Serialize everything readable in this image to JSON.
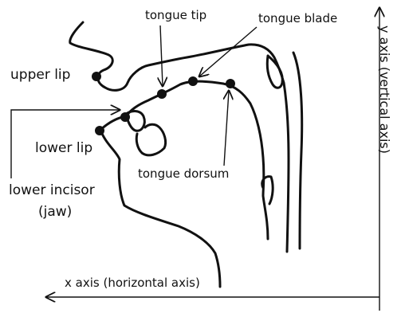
{
  "labels": {
    "tongue_tip": "tongue tip",
    "tongue_blade": "tongue blade",
    "upper_lip": "upper lip",
    "lower_lip": "lower lip",
    "tongue_dorsum": "tongue dorsum",
    "lower_incisor": "lower incisor",
    "jaw": "(jaw)",
    "x_axis": "x axis (horizontal axis)",
    "y_axis": "y axis (vertical axis)"
  },
  "colors": {
    "ink": "#111111",
    "background": "#ffffff"
  },
  "markers": [
    "upper-lip",
    "lower-lip",
    "lower-incisor",
    "tongue-tip",
    "tongue-blade",
    "tongue-dorsum"
  ]
}
